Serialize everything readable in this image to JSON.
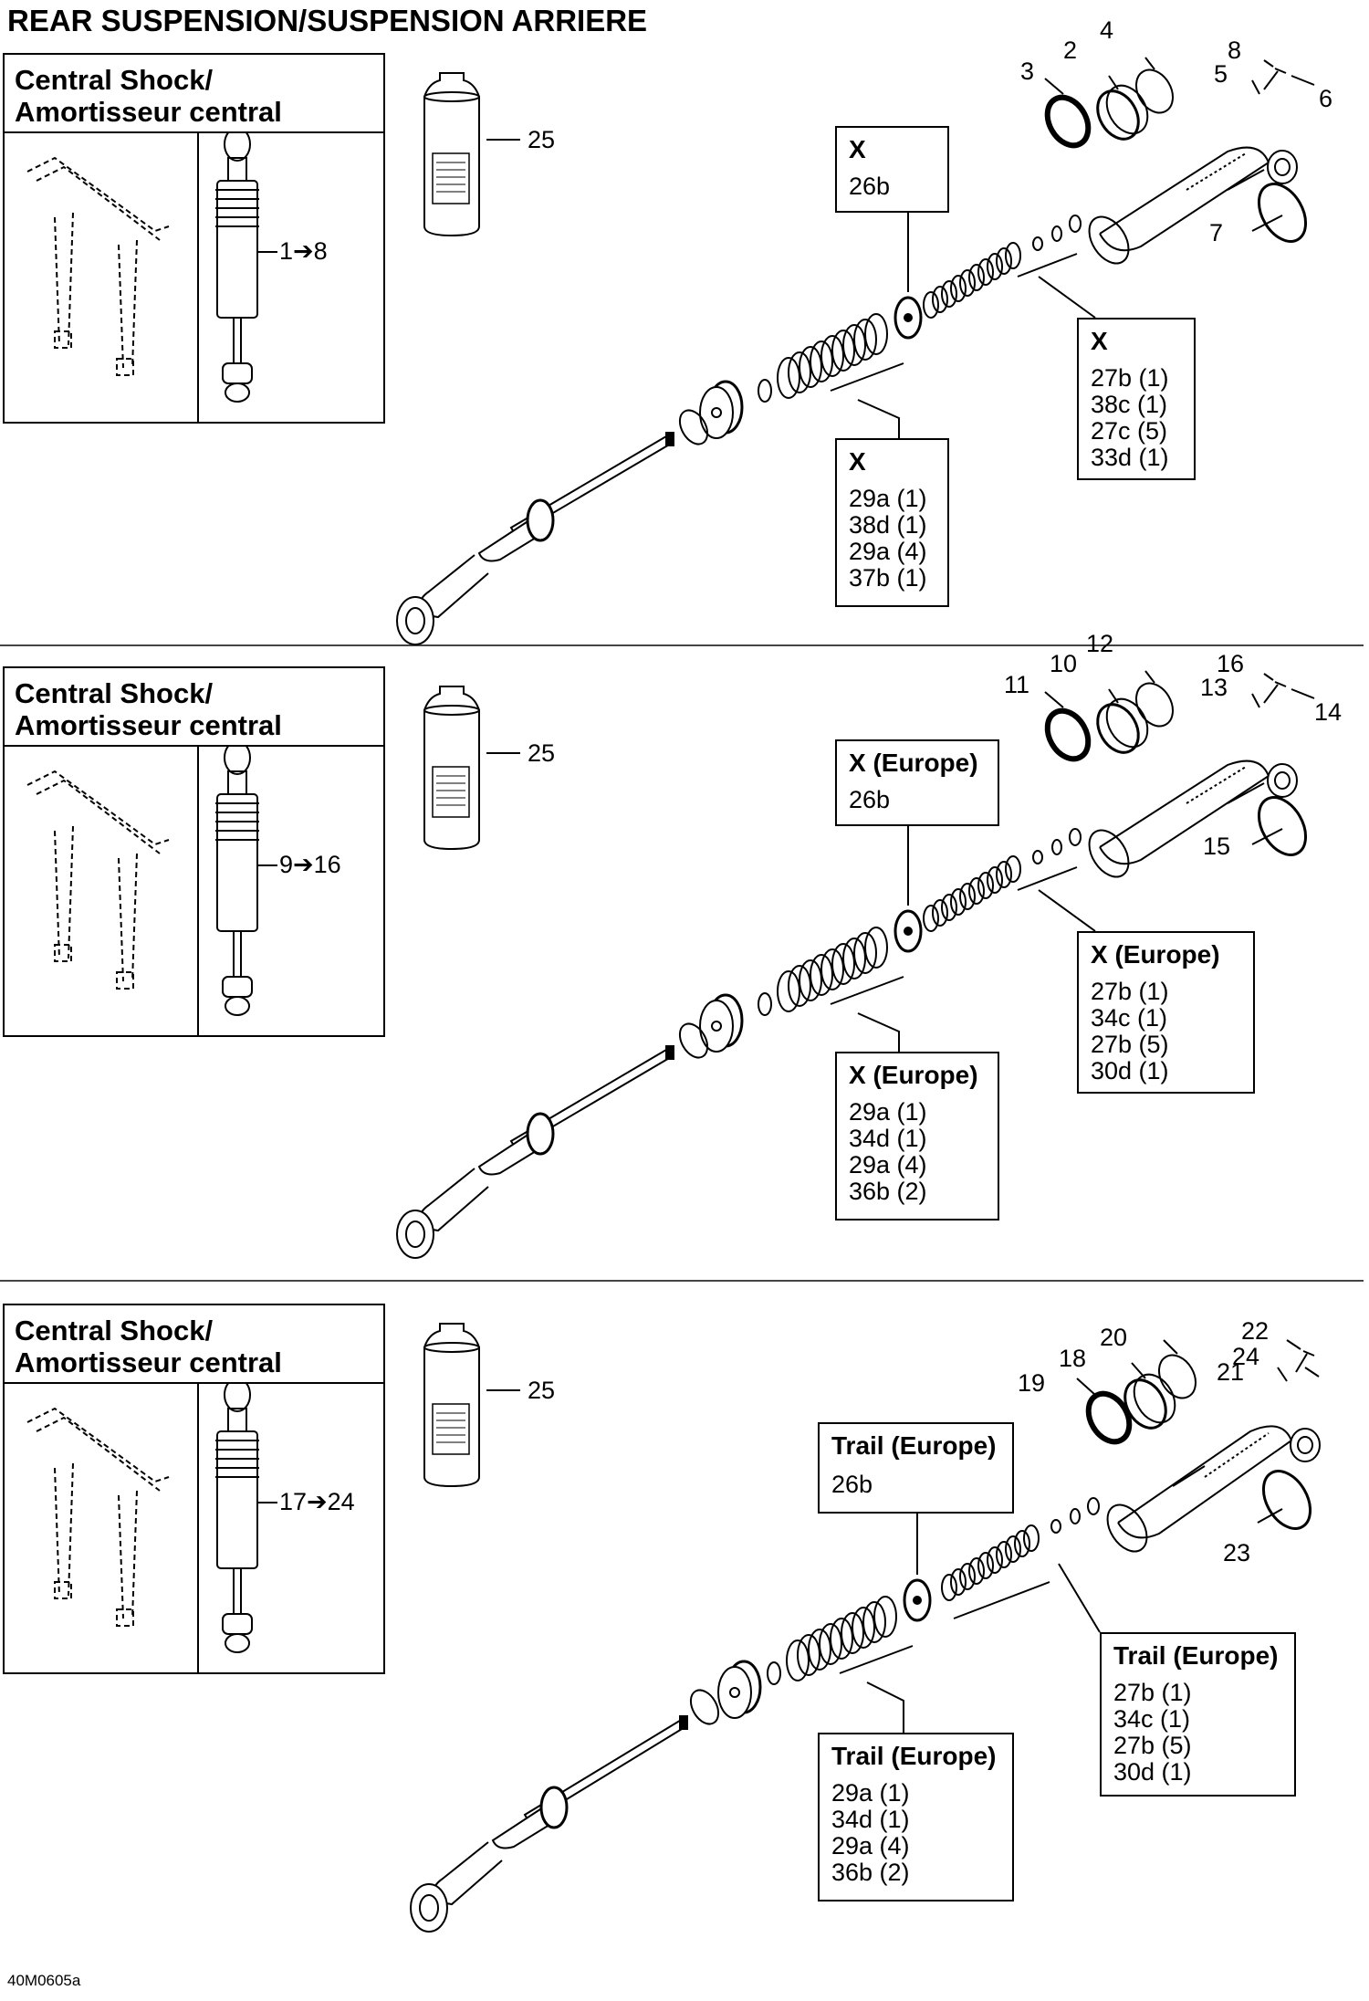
{
  "page_title": "REAR SUSPENSION/SUSPENSION ARRIERE",
  "footer_code": "40M0605a",
  "sections": [
    {
      "title_line1": "Central Shock/",
      "title_line2": "Amortisseur central",
      "range_label": "1➔8",
      "callouts": [
        "25",
        "2",
        "3",
        "4",
        "5",
        "6",
        "7",
        "8"
      ],
      "box_piston": {
        "header": "X",
        "lines": [
          "26b"
        ]
      },
      "box_upper": {
        "header": "X",
        "lines": [
          "27b (1)",
          "38c (1)",
          "27c (5)",
          "33d (1)"
        ]
      },
      "box_lower": {
        "header": "X",
        "lines": [
          "29a (1)",
          "38d (1)",
          "29a (4)",
          "37b (1)"
        ]
      }
    },
    {
      "title_line1": "Central Shock/",
      "title_line2": "Amortisseur central",
      "range_label": "9➔16",
      "callouts": [
        "25",
        "10",
        "11",
        "12",
        "13",
        "14",
        "15",
        "16"
      ],
      "box_piston": {
        "header": "X (Europe)",
        "lines": [
          "26b"
        ]
      },
      "box_upper": {
        "header": "X (Europe)",
        "lines": [
          "27b (1)",
          "34c (1)",
          "27b (5)",
          "30d (1)"
        ]
      },
      "box_lower": {
        "header": "X (Europe)",
        "lines": [
          "29a (1)",
          "34d (1)",
          "29a (4)",
          "36b (2)"
        ]
      }
    },
    {
      "title_line1": "Central Shock/",
      "title_line2": "Amortisseur central",
      "range_label": "17➔24",
      "callouts": [
        "25",
        "18",
        "19",
        "20",
        "21",
        "22",
        "23",
        "24"
      ],
      "box_piston": {
        "header": "Trail (Europe)",
        "lines": [
          "26b"
        ]
      },
      "box_upper": {
        "header": "Trail (Europe)",
        "lines": [
          "27b (1)",
          "34c (1)",
          "27b (5)",
          "30d (1)"
        ]
      },
      "box_lower": {
        "header": "Trail (Europe)",
        "lines": [
          "29a (1)",
          "34d (1)",
          "29a (4)",
          "36b (2)"
        ]
      }
    }
  ]
}
